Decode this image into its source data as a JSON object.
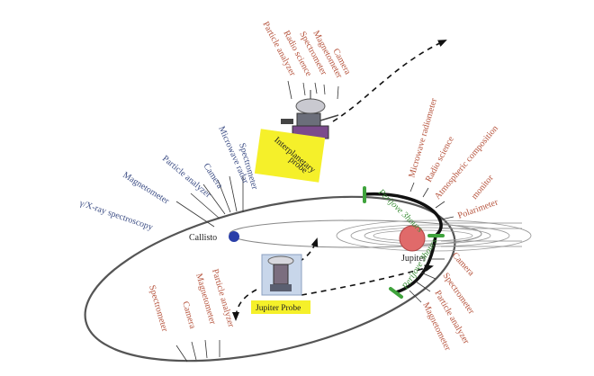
{
  "colors": {
    "instrument_red": "#b5523b",
    "instrument_blue": "#3e4f86",
    "perijove_green": "#3e8f3a",
    "probe_label_bg": "#f5f02a",
    "jupiter_fill": "#e06a6a",
    "callisto_fill": "#2a3ea8",
    "orbit_stroke": "#444444"
  },
  "interplanetary": {
    "label_line1": "Interplanetary",
    "label_line2": "probe",
    "instruments": [
      "Particle analyzer",
      "Radio science",
      "Spectrometer",
      "Magnetometer",
      "Camera"
    ]
  },
  "callisto": {
    "label": "Callisto",
    "instruments": [
      "γ/X-ray spectroscopy",
      "Magnetometer",
      "Particle analyzer",
      "Camera",
      "Microwave radar",
      "Spectrometer"
    ]
  },
  "jupiter": {
    "label": "Jupiter",
    "upper_instruments": [
      "Microwave radiometer",
      "Radio science",
      "Atmospheric composition",
      "monitor",
      "Polarimeter"
    ],
    "lower_instruments": [
      "Camera",
      "Spectrometer",
      "Particle analyzer",
      "Magnetometer"
    ],
    "perijove_labels": [
      "Perijove 3hours",
      "Perijove 3hours"
    ]
  },
  "jupiter_probe": {
    "label": "Jupiter Probe",
    "instruments": [
      "Spectrometer",
      "Camera",
      "Magnetometer",
      "Particle analyzer"
    ]
  }
}
